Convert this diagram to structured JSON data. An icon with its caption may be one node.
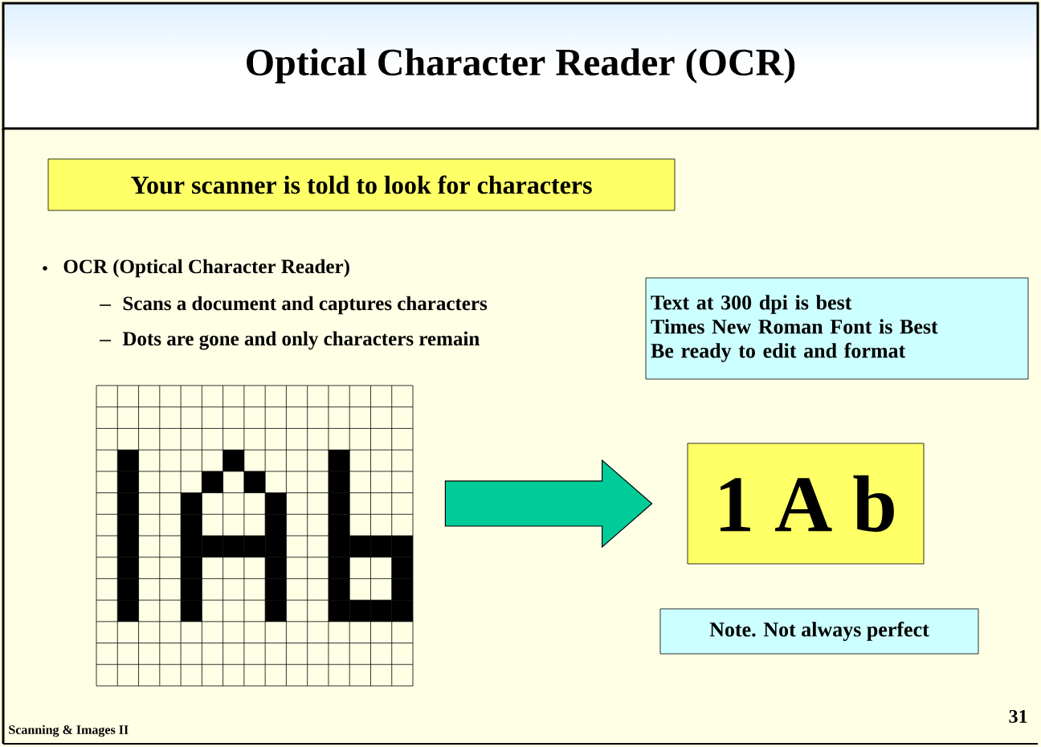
{
  "diagram": {
    "title": "Optical Character Reader (OCR)",
    "nodes": [
      {
        "text": [
          "Your scanner is told to look for characters"
        ]
      },
      {
        "text": [
          "Text at 300 dpi is best",
          "Times New Roman Font is Best",
          "Be ready to edit and format"
        ]
      },
      {
        "text": [],
        "shape": "picture"
      },
      {
        "text": [
          "1 A b"
        ]
      },
      {
        "text": [
          "Note.  Not always perfect"
        ]
      }
    ],
    "edges": [
      {
        "from": 2,
        "to": 3,
        "arrow": "to"
      }
    ],
    "labels": [
      "OCR (Optical Character Reader)",
      "Scans a document and captures characters",
      "Dots are gone and only characters remain",
      "Scanning & Images II",
      "31"
    ]
  }
}
